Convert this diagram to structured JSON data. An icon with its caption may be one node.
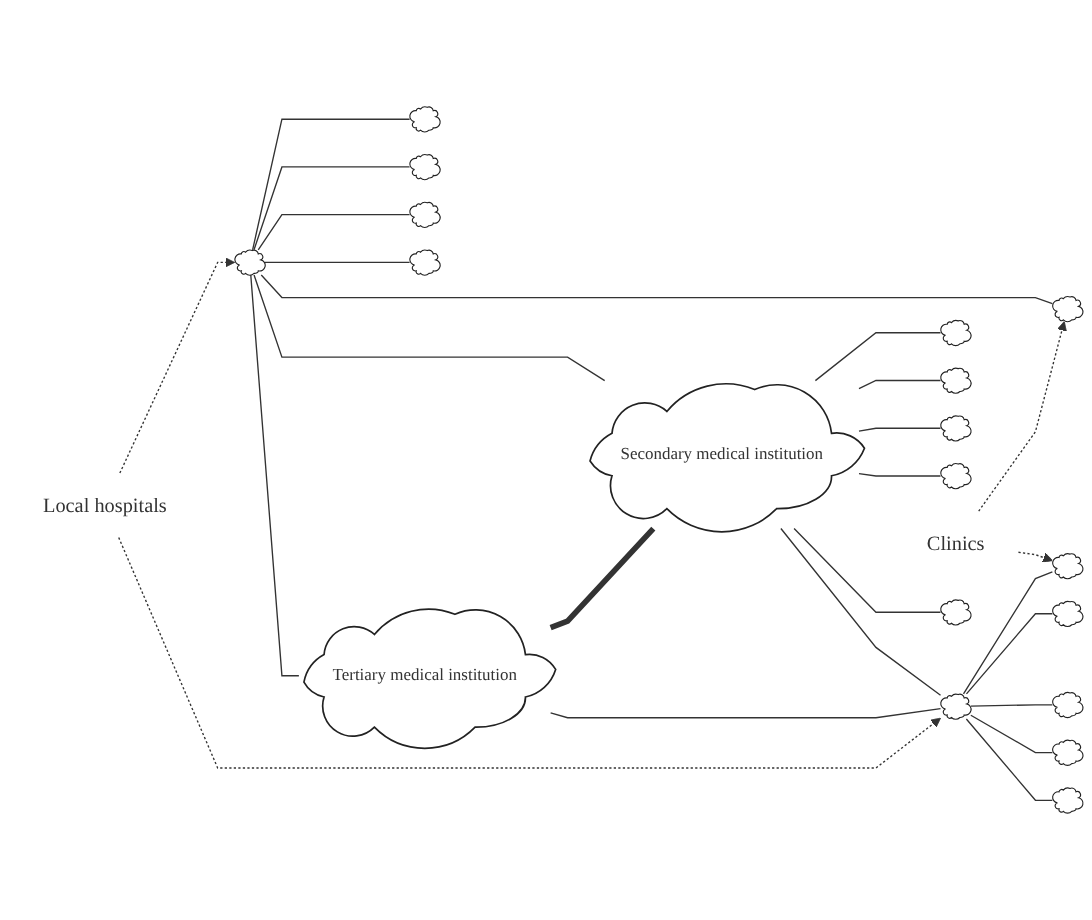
{
  "diagram": {
    "nodes": [
      {
        "text": [],
        "shape": "cloud"
      },
      {
        "text": [],
        "shape": "cloud"
      },
      {
        "text": [],
        "shape": "cloud"
      },
      {
        "text": [],
        "shape": "cloud"
      },
      {
        "text": [],
        "shape": "cloud"
      },
      {
        "text": [],
        "shape": "cloud"
      },
      {
        "text": [
          "Secondary medical institution"
        ]
      },
      {
        "text": [],
        "shape": "cloud"
      },
      {
        "text": [],
        "shape": "cloud"
      },
      {
        "text": [],
        "shape": "cloud"
      },
      {
        "text": [],
        "shape": "cloud"
      },
      {
        "text": [],
        "shape": "cloud"
      },
      {
        "text": [
          "Tertiary medical institution"
        ]
      },
      {
        "text": [
          "Clinics"
        ]
      },
      {
        "text": [
          "Local hospitals"
        ]
      },
      {
        "text": [],
        "shape": "cloud"
      },
      {
        "text": [],
        "shape": "cloud"
      },
      {
        "text": [],
        "shape": "cloud"
      },
      {
        "text": [],
        "shape": "cloud"
      },
      {
        "text": [],
        "shape": "cloud"
      },
      {
        "text": [],
        "shape": "cloud"
      }
    ],
    "edges": [
      {
        "from": 0,
        "to": 1,
        "arrow": "none"
      },
      {
        "from": 0,
        "to": 2,
        "arrow": "none"
      },
      {
        "from": 0,
        "to": 3,
        "arrow": "none"
      },
      {
        "from": 0,
        "to": 4,
        "arrow": "none"
      },
      {
        "from": 0,
        "to": 5,
        "arrow": "none"
      },
      {
        "from": 0,
        "to": 6,
        "arrow": "none"
      },
      {
        "from": 0,
        "to": 12,
        "arrow": "none"
      },
      {
        "from": 6,
        "to": 7,
        "arrow": "none"
      },
      {
        "from": 6,
        "to": 8,
        "arrow": "none"
      },
      {
        "from": 6,
        "to": 9,
        "arrow": "none"
      },
      {
        "from": 6,
        "to": 10,
        "arrow": "none"
      },
      {
        "from": 6,
        "to": 11,
        "arrow": "none"
      },
      {
        "from": 12,
        "to": 6,
        "arrow": "none",
        "style": "thick"
      },
      {
        "from": 12,
        "to": 15,
        "arrow": "none"
      },
      {
        "from": 6,
        "to": 15,
        "arrow": "none"
      },
      {
        "from": 13,
        "to": 5,
        "arrow": "to",
        "style": "dashed"
      },
      {
        "from": 13,
        "to": 16,
        "arrow": "to",
        "style": "dashed"
      },
      {
        "from": 14,
        "to": 0,
        "arrow": "to",
        "style": "dashed"
      },
      {
        "from": 14,
        "to": 15,
        "arrow": "to",
        "style": "dashed"
      },
      {
        "from": 15,
        "to": 16,
        "arrow": "none"
      },
      {
        "from": 15,
        "to": 17,
        "arrow": "none"
      },
      {
        "from": 15,
        "to": 18,
        "arrow": "none"
      },
      {
        "from": 15,
        "to": 19,
        "arrow": "none"
      },
      {
        "from": 15,
        "to": 20,
        "arrow": "none"
      }
    ]
  }
}
